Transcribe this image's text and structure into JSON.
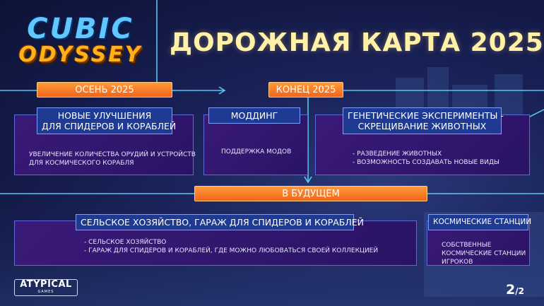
{
  "logo": {
    "line1": "CUBIC",
    "line2": "ODYSSEY"
  },
  "title": "ДОРОЖНАЯ КАРТА 2025",
  "phases": {
    "autumn": "ОСЕНЬ 2025",
    "end": "КОНЕЦ 2025",
    "future": "В БУДУЩЕМ"
  },
  "cards": {
    "upgrades": {
      "title_line1": "НОВЫЕ УЛУЧШЕНИЯ",
      "title_line2": "ДЛЯ СПИДЕРОВ И КОРАБЛЕЙ",
      "text_line1": "УВЕЛИЧЕНИЕ КОЛИЧЕСТВА ОРУДИЙ И УСТРОЙСТВ",
      "text_line2": "ДЛЯ КОСМИЧЕСКОГО КОРАБЛЯ"
    },
    "modding": {
      "title": "МОДДИНГ",
      "text": "ПОДДЕРЖКА МОДОВ"
    },
    "genetics": {
      "title_line1": "ГЕНЕТИЧЕСКИЕ ЭКСПЕРИМЕНТЫ -",
      "title_line2": "СКРЕЩИВАНИЕ ЖИВОТНЫХ",
      "item1": "-  РАЗВЕДЕНИЕ ЖИВОТНЫХ",
      "item2": "-  ВОЗМОЖНОСТЬ СОЗДАВАТЬ НОВЫЕ ВИДЫ"
    },
    "farming": {
      "title": "СЕЛЬСКОЕ ХОЗЯЙСТВО, ГАРАЖ ДЛЯ СПИДЕРОВ И КОРАБЛЕЙ",
      "item1": "-  СЕЛЬСКОЕ ХОЗЯЙСТВО",
      "item2": "-  ГАРАЖ ДЛЯ СПИДЕРОВ И КОРАБЛЕЙ, ГДЕ МОЖНО ЛЮБОВАТЬСЯ СВОЕЙ КОЛЛЕКЦИЕЙ"
    },
    "stations": {
      "title": "КОСМИЧЕСКИЕ СТАНЦИИ",
      "text_line1": "СОБСТВЕННЫЕ",
      "text_line2": "КОСМИЧЕСКИЕ СТАНЦИИ",
      "text_line3": "ИГРОКОВ"
    }
  },
  "brand": {
    "line1": "ATYPICAL",
    "line2": "GAMES"
  },
  "pager": {
    "current": "2",
    "total": "/2"
  },
  "colors": {
    "accent_orange": "#f0641a",
    "line_cyan": "#5fd8ff",
    "card_purple": "#2a1366",
    "card_head_blue": "#1f3a92",
    "title_yellow": "#fff2a8"
  }
}
